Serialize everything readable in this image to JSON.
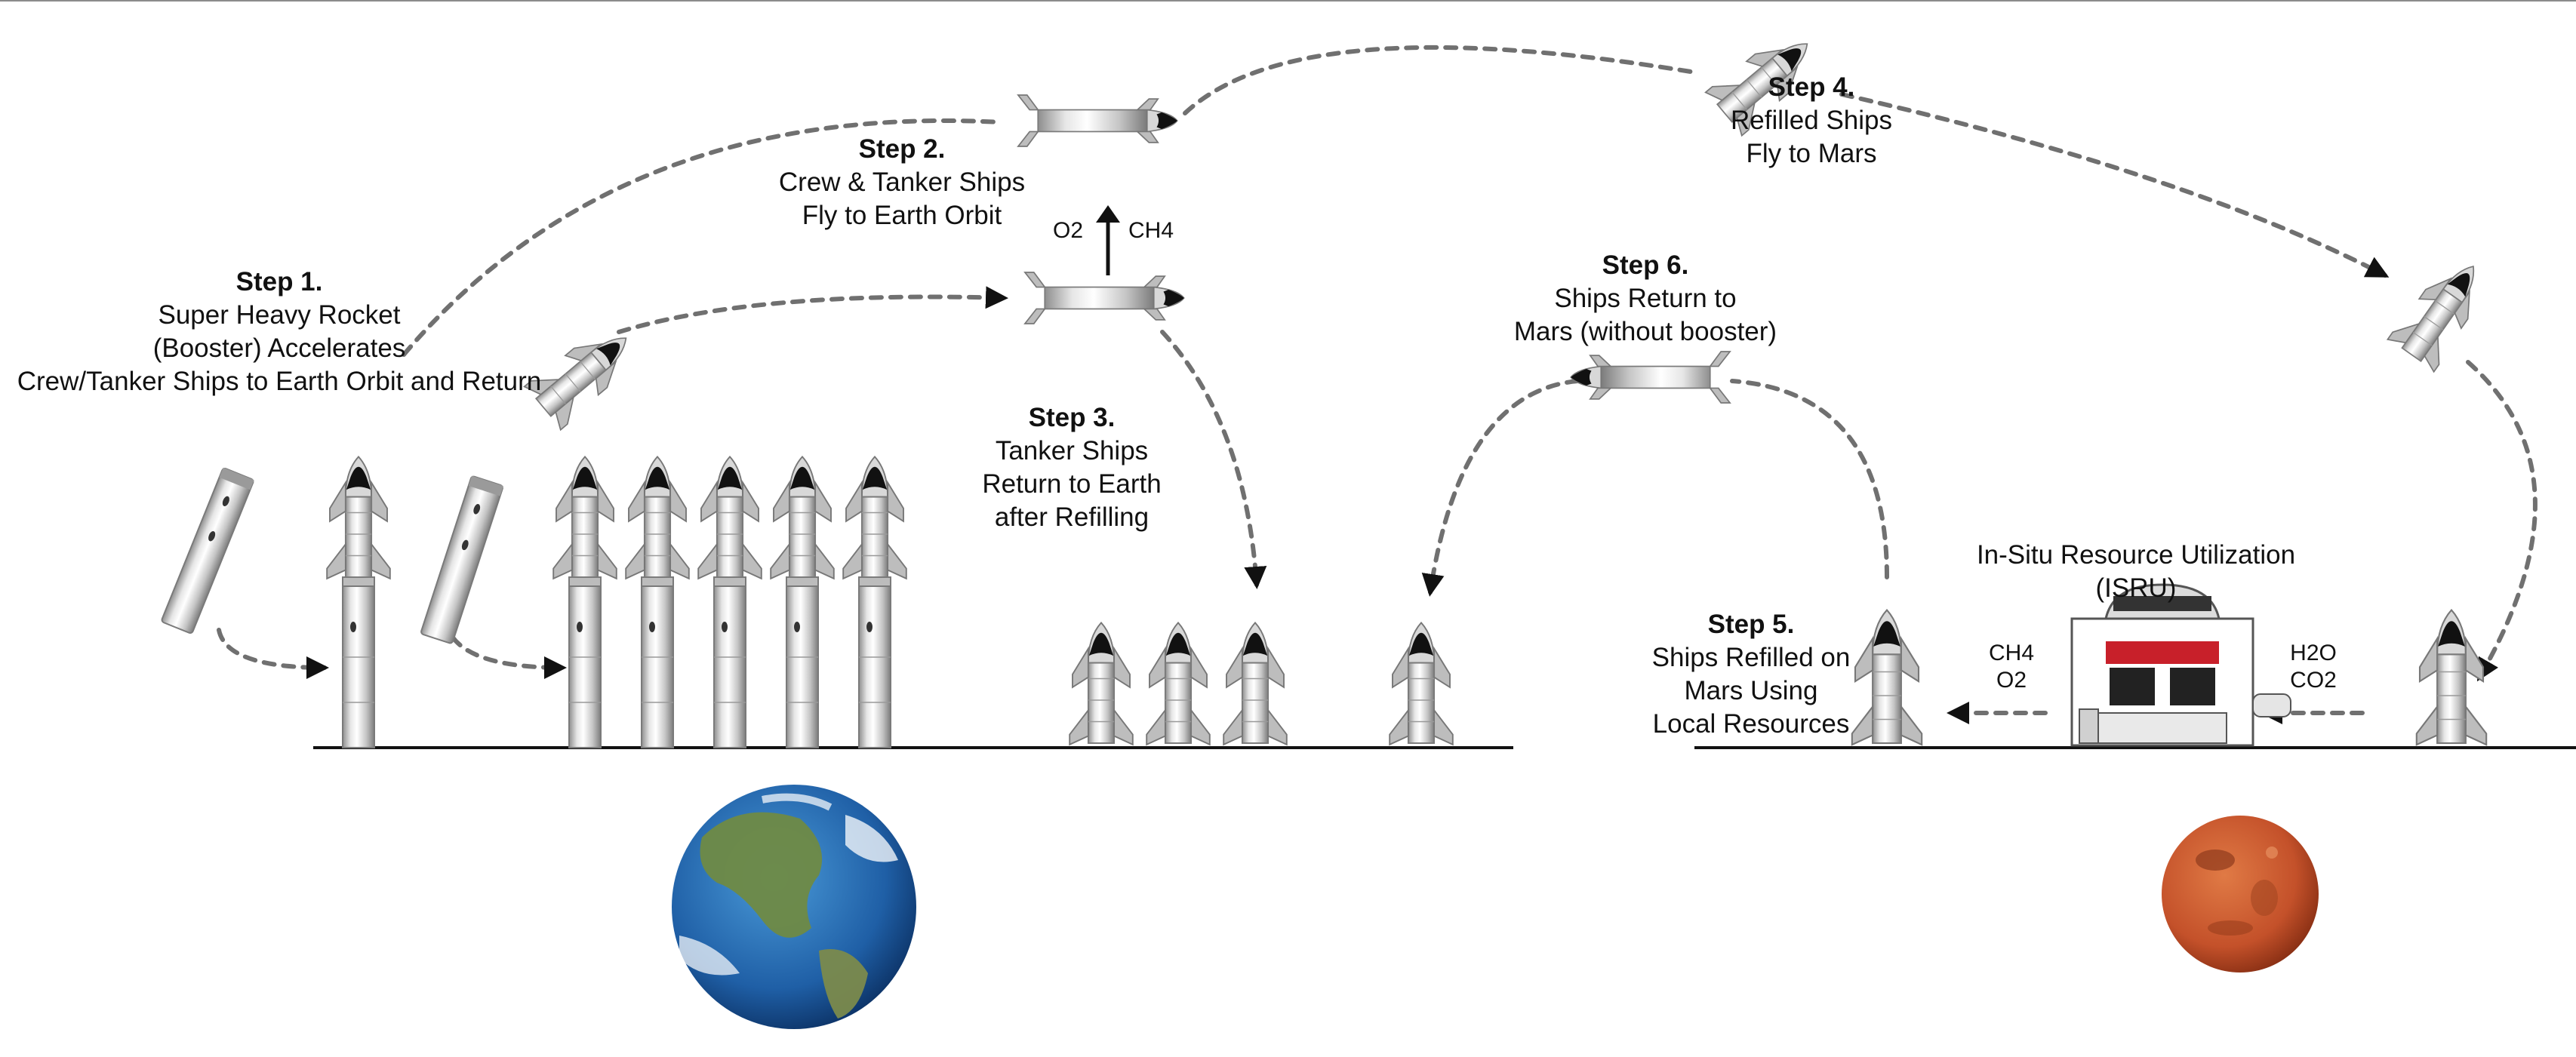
{
  "steps": [
    {
      "id": "step1",
      "title": "Step 1.",
      "lines": [
        "Super Heavy Rocket",
        "(Booster) Accelerates",
        "Crew/Tanker Ships to Earth Orbit and Return"
      ]
    },
    {
      "id": "step2",
      "title": "Step 2.",
      "lines": [
        "Crew &  Tanker Ships",
        "Fly to Earth Orbit"
      ]
    },
    {
      "id": "step3",
      "title": "Step 3.",
      "lines": [
        "Tanker Ships",
        "Return to Earth",
        "after Refilling"
      ]
    },
    {
      "id": "step4",
      "title": "Step 4.",
      "lines": [
        "Refilled Ships",
        "Fly to Mars"
      ]
    },
    {
      "id": "step5",
      "title": "Step 5.",
      "lines": [
        "Ships Refilled on",
        "Mars Using",
        "Local Resources"
      ]
    },
    {
      "id": "step6",
      "title": "Step 6.",
      "lines": [
        "Ships Return to",
        "Mars (without booster)"
      ]
    }
  ],
  "orbit_refuel": {
    "left": "O2",
    "right": "CH4"
  },
  "isru": {
    "title": "In-Situ Resource Utilization",
    "abbr": "(ISRU)",
    "inputs": [
      "H2O",
      "CO2"
    ],
    "outputs": [
      "CH4",
      "O2"
    ]
  },
  "colors": {
    "arrow": "#707070",
    "ground": "#111111",
    "steel_light": "#f4f4f4",
    "steel_dark": "#8a8a8a",
    "nose": "#111111",
    "earth_ocean": "#1e5fa8",
    "mars": "#c8552a"
  },
  "icons": [
    "starship-icon",
    "booster-icon",
    "earth-icon",
    "mars-icon",
    "isru-plant-icon"
  ]
}
